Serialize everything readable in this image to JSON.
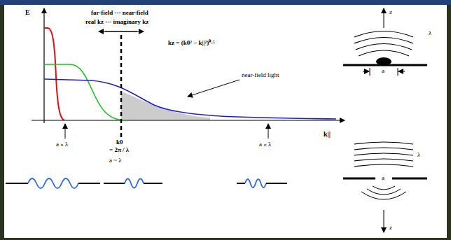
{
  "diagram": {
    "labels": [
      "E",
      "far-field --- near-field",
      "real kz --- imaginary kz",
      "kz = (k0² − k||²)⁰·⁵",
      "near-field light",
      "k0",
      "= 2π / λ",
      "k||",
      "a » λ",
      "a ~ λ",
      "a « λ",
      "z",
      "λ",
      "a",
      "λ",
      "a",
      "z"
    ]
  }
}
